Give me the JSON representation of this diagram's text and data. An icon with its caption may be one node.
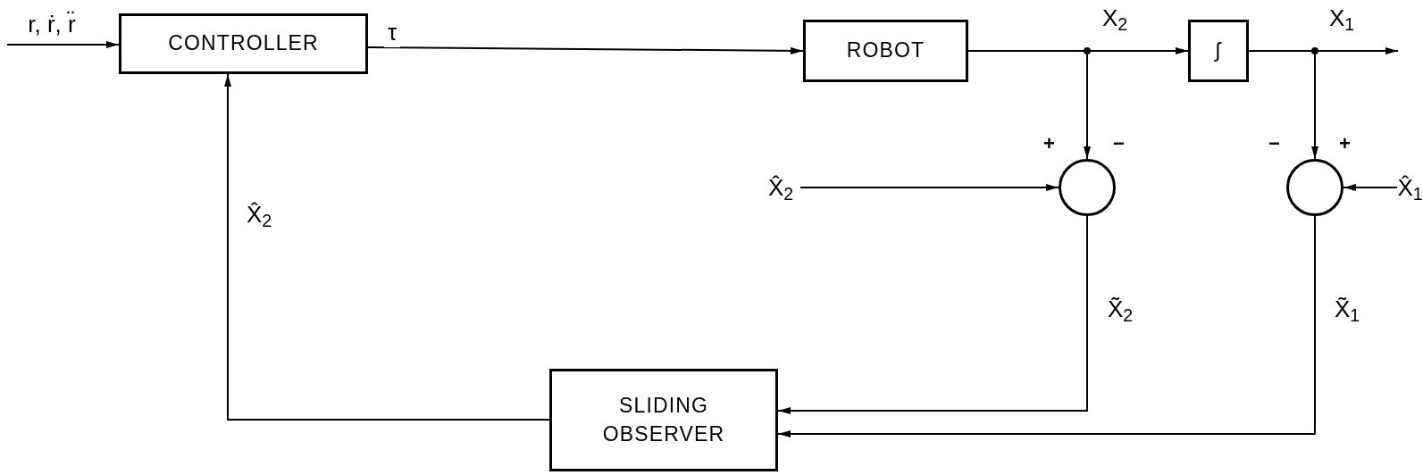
{
  "diagram": {
    "nodes": [
      {
        "text": [
          "r, ṙ, r̈"
        ]
      },
      {
        "text": [
          "CONTROLLER"
        ]
      },
      {
        "text": [
          "ROBOT"
        ]
      },
      {
        "text": [
          "∫"
        ]
      },
      {
        "text": [],
        "shape": "circle",
        "beside": [
          "+",
          "−"
        ]
      },
      {
        "text": [],
        "shape": "circle",
        "beside": [
          "−",
          "+"
        ]
      },
      {
        "text": [
          "X̂$_{2}$"
        ]
      },
      {
        "text": [
          "X̂$_{1}$"
        ]
      },
      {
        "text": [
          "SLIDING OBSERVER"
        ]
      }
    ],
    "edges": [
      {
        "from": 0,
        "to": 1,
        "arrow": "to"
      },
      {
        "from": 1,
        "to": 2,
        "arrow": "to",
        "label": "τ"
      },
      {
        "from": 2,
        "to": 3,
        "arrow": "to",
        "label": "X$_{2}$"
      },
      {
        "from": 2,
        "to": 4,
        "arrow": "to"
      },
      {
        "from": 3,
        "to": null,
        "arrow": "to",
        "label": "X$_{1}$"
      },
      {
        "from": 3,
        "to": 5,
        "arrow": "to"
      },
      {
        "from": 6,
        "to": 4,
        "arrow": "to"
      },
      {
        "from": 7,
        "to": 5,
        "arrow": "to"
      },
      {
        "from": 4,
        "to": 8,
        "arrow": "to",
        "label": "X̃$_{2}$"
      },
      {
        "from": 5,
        "to": 8,
        "arrow": "to",
        "label": "X̃$_{1}$"
      },
      {
        "from": 8,
        "to": 1,
        "arrow": "to",
        "label": "X̂$_{2}$"
      }
    ]
  }
}
